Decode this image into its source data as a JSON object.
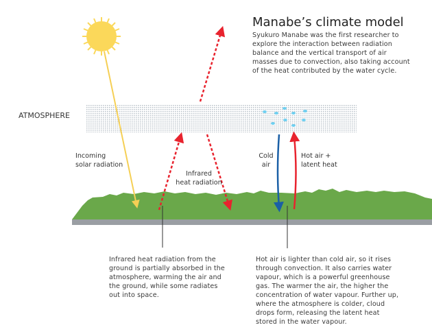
{
  "title": "Manabe’s climate model",
  "intro_lines": [
    "Syukuro Manabe was the first researcher to",
    "explore the interaction between radiation",
    "balance and the vertical transport of air",
    "masses due to convection, also taking account",
    "of the heat contributed by the water cycle."
  ],
  "labels": {
    "atmosphere": "ATMOSPHERE",
    "incoming": [
      "Incoming",
      "solar radiation"
    ],
    "infrared": [
      "Infrared",
      "heat radiation"
    ],
    "cold_air": [
      "Cold",
      "air"
    ],
    "hot_air": [
      "Hot air +",
      "latent heat"
    ]
  },
  "captions": {
    "left_lines": [
      "Infrared heat radiation from the",
      "ground is partially absorbed in the",
      "atmosphere, warming the air and",
      "the ground, while some radiates",
      "out into space."
    ],
    "right_lines": [
      "Hot air is lighter than cold air, so it rises",
      "through convection. It also carries water",
      "vapour, which is a powerful greenhouse",
      "gas. The warmer the air, the higher the",
      "concentration of water vapour. Further up,",
      "where the atmosphere is colder, cloud",
      "drops form, releasing the latent heat",
      "stored in the water vapour."
    ]
  },
  "colors": {
    "sun": "#fbd85a",
    "infrared": "#e8232e",
    "cold": "#1a5fa6",
    "hot": "#e8232e",
    "ground": "#6aa84a",
    "base": "#9a9ea3",
    "droplets": "#6fcff0"
  }
}
